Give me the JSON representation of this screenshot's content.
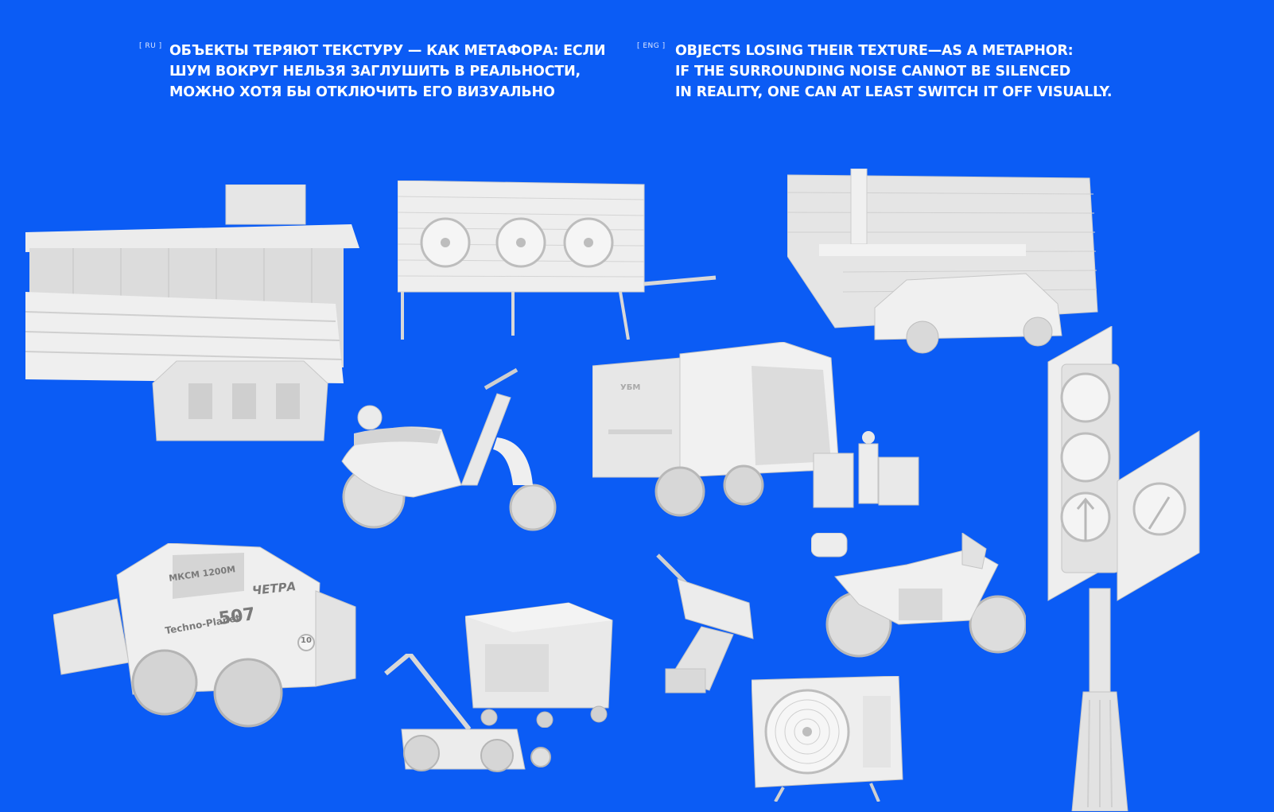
{
  "headlines": {
    "ru": {
      "tag": "[ RU ]",
      "text": "ОБЪЕКТЫ ТЕРЯЮТ ТЕКСТУРУ — КАК МЕТАФОРА: ЕСЛИ\nШУМ ВОКРУГ НЕЛЬЗЯ ЗАГЛУШИТЬ В РЕАЛЬНОСТИ,\nМОЖНО ХОТЯ БЫ ОТКЛЮЧИТЬ ЕГО ВИЗУАЛЬНО"
    },
    "en": {
      "tag": "[ ENG ]",
      "text": "OBJECTS LOSING THEIR TEXTURE—AS A METAPHOR:\nIF THE SURROUNDING NOISE CANNOT BE SILENCED\nIN REALITY, ONE CAN AT LEAST SWITCH IT OFF VISUALLY."
    }
  },
  "colors": {
    "background": "#0b5cf5",
    "headline_text": "#ffffff",
    "render_light": "#f7f7f7",
    "render_shadow": "#bcbcbc"
  },
  "objects": [
    "construction-barrier-stack",
    "outdoor-fan-unit",
    "building-corner-with-car",
    "scooter",
    "garbage-truck-with-worker",
    "traffic-light",
    "skid-steer-loader",
    "waste-container",
    "push-sweeper",
    "cordless-drill",
    "motorcycle",
    "air-conditioner-unit"
  ],
  "loader_markings": {
    "model": "МКСМ 1200М",
    "brand": "ЧЕТРА",
    "company": "Techno-Planet",
    "number": "507",
    "speed_sign": "10"
  }
}
